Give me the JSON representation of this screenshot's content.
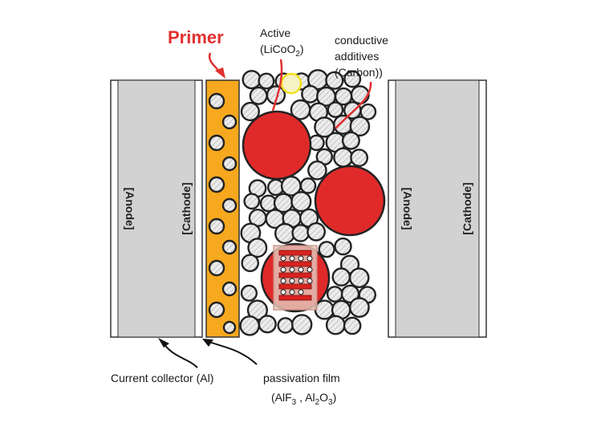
{
  "labels": {
    "primer": "Primer",
    "active_line1": "Active",
    "active_line2_prefix": "(LiCoO",
    "active_sub": "2",
    "active_line2_suffix": ")",
    "conductive_line1": "conductive",
    "conductive_line2": "additives",
    "conductive_line3": "(Carbon))",
    "current_collector": "Current collector (Al)",
    "passivation_line1": "passivation film",
    "passivation_a": "(AlF",
    "passivation_a_sub": "3",
    "passivation_b": " , Al",
    "passivation_b_sub": "2",
    "passivation_c": "O",
    "passivation_c_sub": "3",
    "passivation_d": ")",
    "left_anode": "[Anode]",
    "left_cathode": "[Cathode]",
    "right_anode": "[Anode]",
    "right_cathode": "[Cathode]"
  },
  "colors": {
    "primer_layer": "#f6a81e",
    "active_particle": "#e02a2a",
    "electrode_fill": "#d2d2d2",
    "carbon_fill": "#e6e6e6",
    "annotation_red": "#e23030",
    "highlight_yellow": "#f2e020"
  }
}
